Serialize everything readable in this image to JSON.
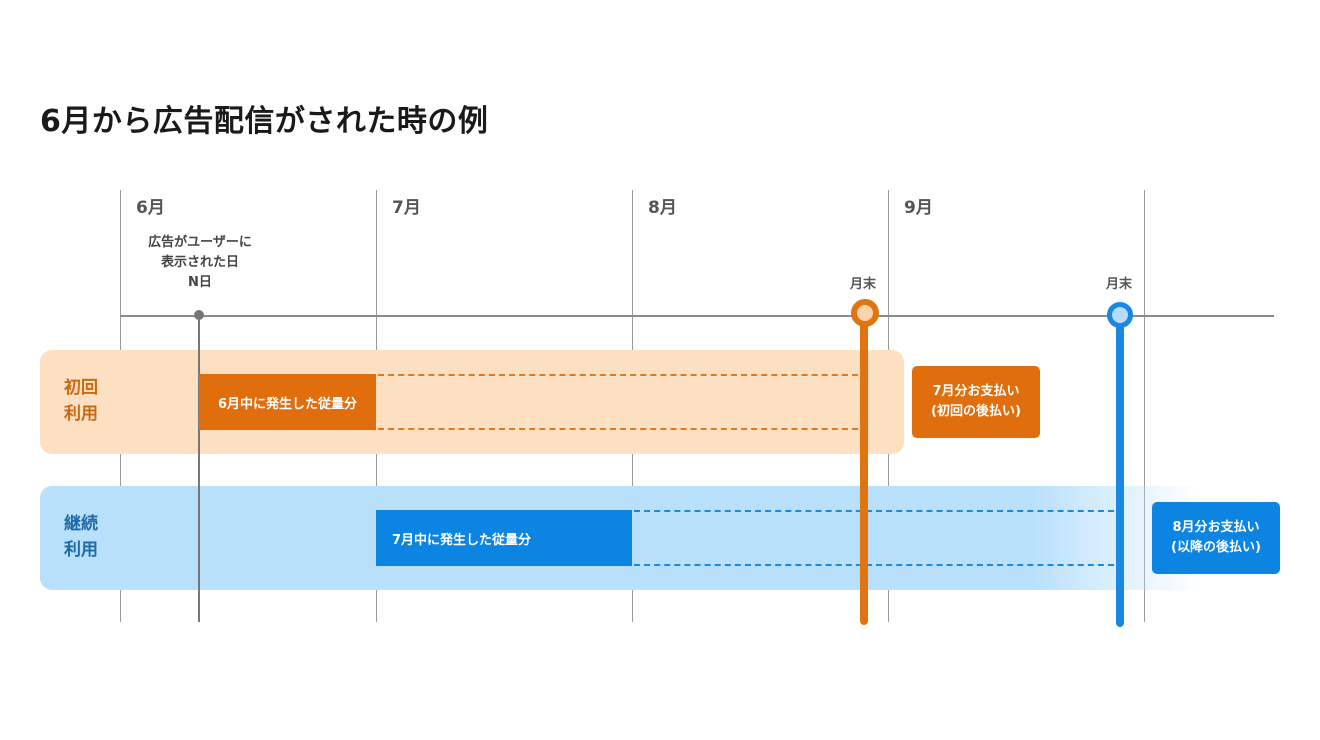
{
  "title": "6月から広告配信がされた時の例",
  "months": [
    "6月",
    "7月",
    "8月",
    "9月"
  ],
  "impression_note": {
    "lines": [
      "広告がユーザーに",
      "表示された日",
      "N日"
    ]
  },
  "month_end_label": "月末",
  "bands": {
    "first": {
      "label_lines": [
        "初回",
        "利用"
      ],
      "usage_label": "6月中に発生した従量分"
    },
    "continued": {
      "label_lines": [
        "継続",
        "利用"
      ],
      "usage_label": "7月中に発生した従量分"
    }
  },
  "payments": {
    "july": {
      "lines": [
        "7月分お支払い",
        "(初回の後払い)"
      ]
    },
    "august": {
      "lines": [
        "8月分お支払い",
        "(以降の後払い)"
      ]
    }
  },
  "colors": {
    "orange": "#e06e0c",
    "orange_light": "#fddfc2",
    "blue": "#0b84e2",
    "blue_light": "#b8e0fb"
  }
}
